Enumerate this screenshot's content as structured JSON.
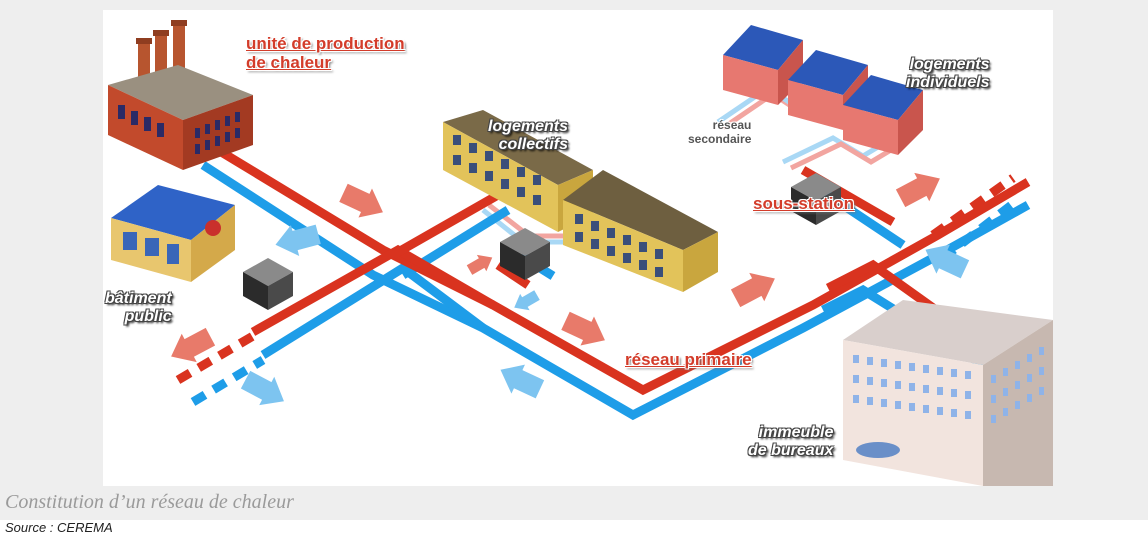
{
  "figure": {
    "labels": {
      "production": [
        "unité de production",
        "de chaleur"
      ],
      "collectifs": [
        "logements",
        "collectifs"
      ],
      "individuels": [
        "logements",
        "individuels"
      ],
      "secondaire": [
        "réseau",
        "secondaire"
      ],
      "sous_station": "sous-station",
      "batiment": [
        "bâtiment",
        "public"
      ],
      "primaire": "réseau primaire",
      "bureaux": [
        "immeuble",
        "de bureaux"
      ]
    },
    "colors": {
      "hot_pipe": "#d9331f",
      "cold_pipe": "#1e9de8",
      "hot_arrow": "#e87a6a",
      "cold_arrow": "#7dc4f0",
      "secondary_hot": "#f2a5a0",
      "secondary_cold": "#a9d8f5"
    },
    "icons": [
      "factory-icon",
      "public-building-icon",
      "apartment-building-icon",
      "house-icon",
      "office-tower-icon",
      "substation-cube-icon"
    ]
  },
  "caption": "Constitution d’un réseau de chaleur",
  "source": "Source : CEREMA"
}
